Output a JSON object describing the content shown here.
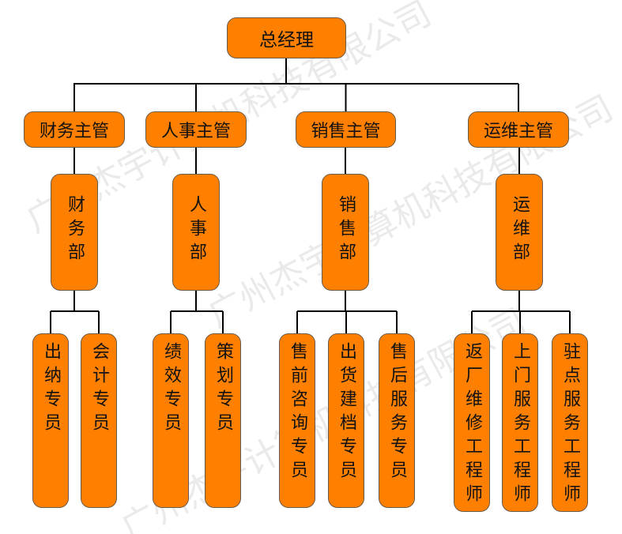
{
  "watermark": "广州杰宇计算机科技有限公司",
  "colors": {
    "box_fill": "#ff8000",
    "line": "#000000"
  },
  "root": {
    "label": "总经理"
  },
  "branches": [
    {
      "supervisor": "财务主管",
      "department": "财务部",
      "staff": [
        "出纳专员",
        "会计专员"
      ]
    },
    {
      "supervisor": "人事主管",
      "department": "人事部",
      "staff": [
        "绩效专员",
        "策划专员"
      ]
    },
    {
      "supervisor": "销售主管",
      "department": "销售部",
      "staff": [
        "售前咨询专员",
        "出货建档专员",
        "售后服务专员"
      ]
    },
    {
      "supervisor": "运维主管",
      "department": "运维部",
      "staff": [
        "返厂维修工程师",
        "上门服务工程师",
        "驻点服务工程师"
      ]
    }
  ]
}
